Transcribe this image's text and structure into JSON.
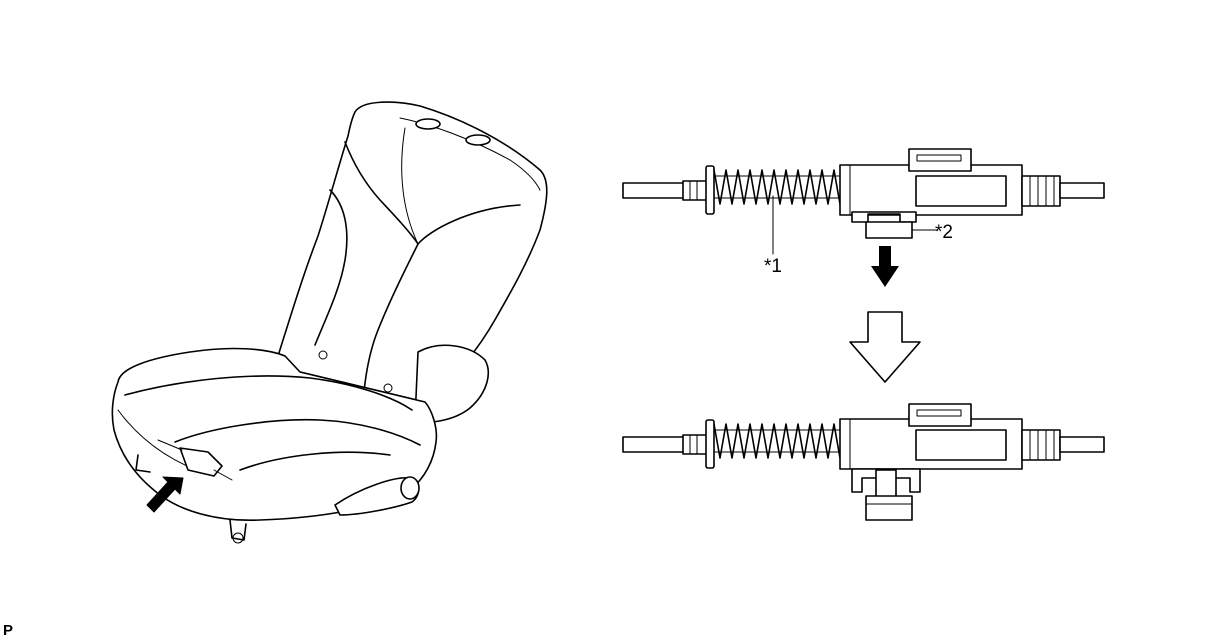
{
  "callouts": {
    "bellows_label": "*1",
    "release_tab_label": "*2"
  },
  "figure_code": "P"
}
